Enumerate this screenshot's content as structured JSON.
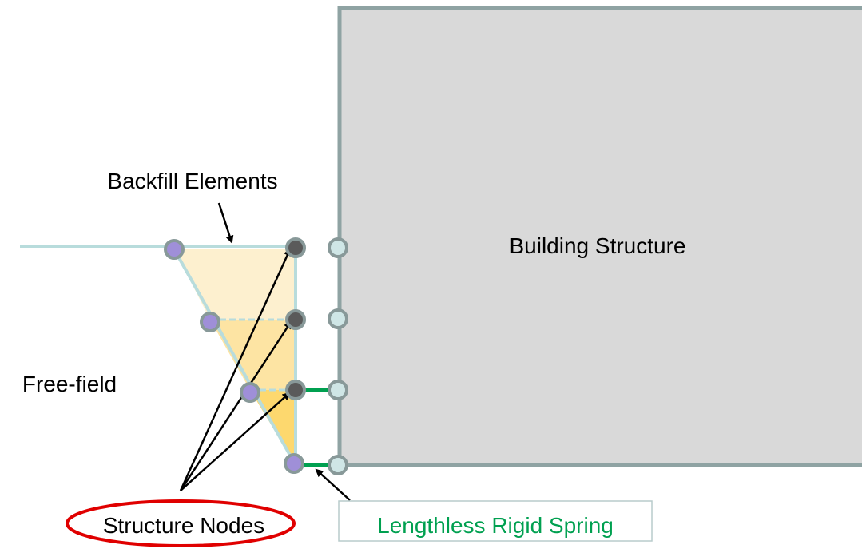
{
  "labels": {
    "building": "Building Structure",
    "backfill": "Backfill Elements",
    "free_field": "Free-field",
    "structure_nodes": "Structure Nodes",
    "spring": "Lengthless Rigid Spring"
  },
  "colors": {
    "building_fill": "#d9d9d9",
    "building_edge": "#8fa3a3",
    "ground_line": "#b8dcdc",
    "backfill_light": "#fdf0cf",
    "backfill_mid": "#fde4a3",
    "backfill_dark": "#fdd86e",
    "spring": "#00a050",
    "spring_text": "#00a050",
    "highlight_ellipse": "#e00000",
    "structure_node": "#5a5a5a",
    "backfill_node": "#9f8fd8",
    "wall_node": "#cfe6e6",
    "node_ring": "#889999"
  }
}
